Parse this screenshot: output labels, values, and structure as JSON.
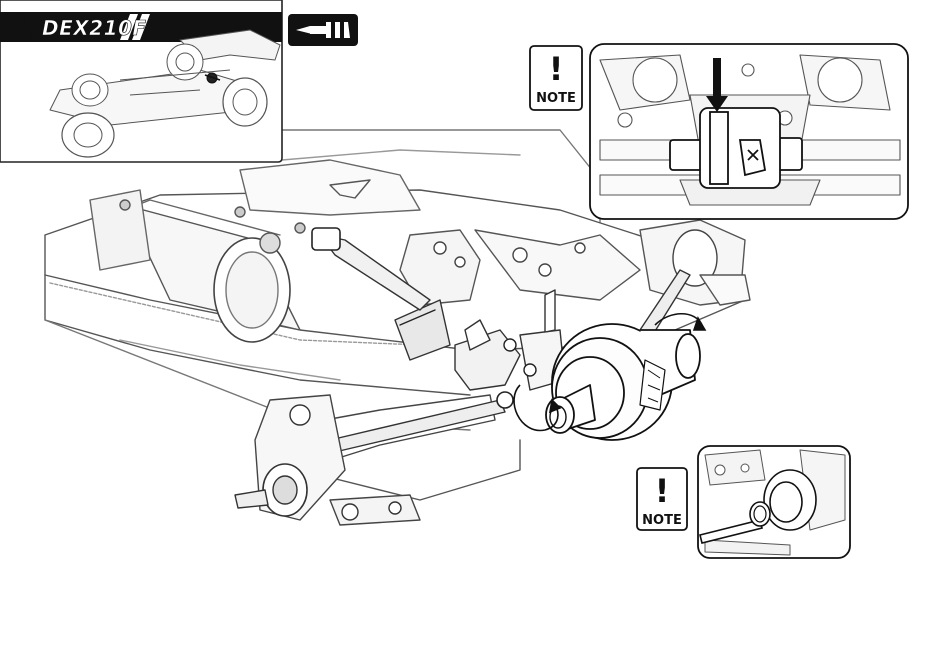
{
  "model": {
    "name": "DEX210F"
  },
  "notes": [
    {
      "label": "NOTE",
      "symbol": "!"
    },
    {
      "label": "NOTE",
      "symbol": "!"
    }
  ]
}
